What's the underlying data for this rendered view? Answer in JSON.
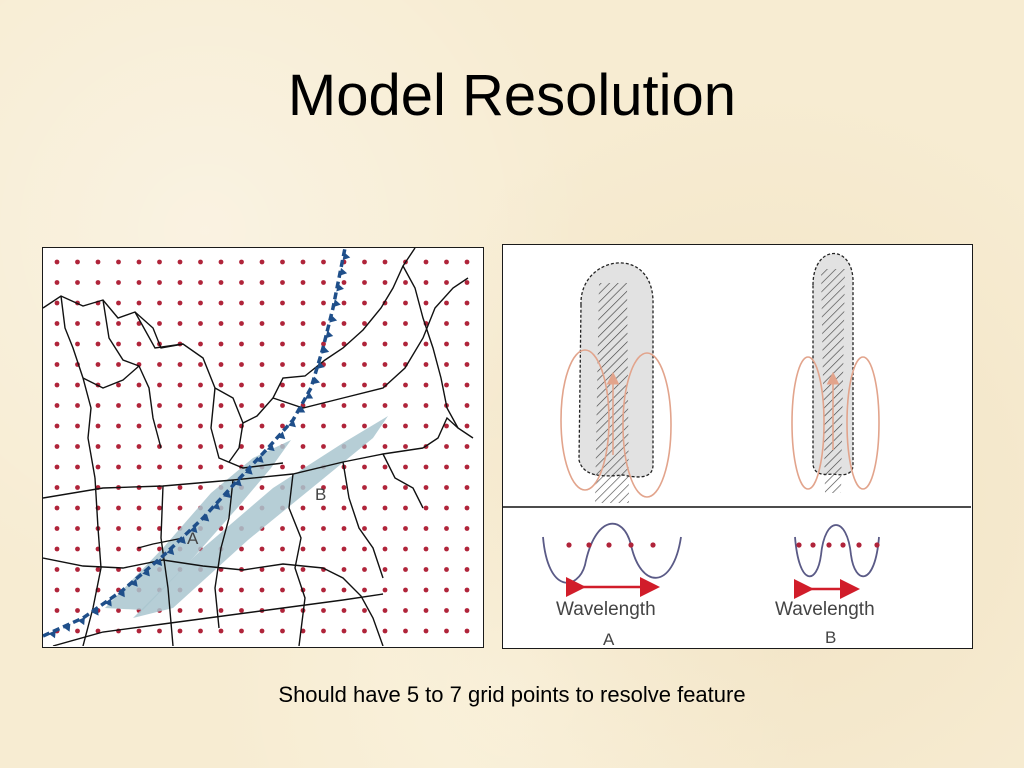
{
  "slide": {
    "title": "Model Resolution",
    "caption": "Should have 5 to 7 grid points to resolve feature"
  },
  "map": {
    "label_a": "A",
    "label_b": "B",
    "colors": {
      "grid_point": "#b0243a",
      "front": "#1f4f8a",
      "band": "#a9c6cf",
      "border": "#111111"
    }
  },
  "diagram": {
    "wave_a": {
      "label": "Wavelength",
      "sub_label": "A"
    },
    "wave_b": {
      "label": "Wavelength",
      "sub_label": "B"
    },
    "colors": {
      "cloud_fill": "#e2e2e2",
      "circulation": "#e2a48c",
      "arrow": "#d11d2a",
      "grid_point": "#b0243a"
    }
  }
}
